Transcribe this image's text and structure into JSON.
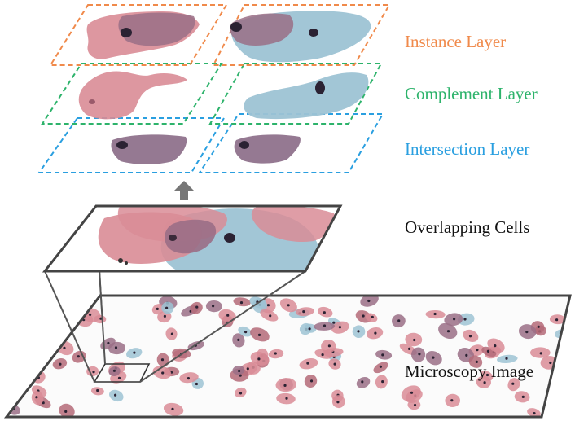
{
  "labels": {
    "instance": "Instance Layer",
    "complement": "Complement Layer",
    "intersection": "Intersection Layer",
    "overlapping": "Overlapping Cells",
    "microscopy": "Microscopy Image"
  },
  "colors": {
    "instance": "#f08a4b",
    "complement": "#2db36b",
    "intersection": "#2a9fe0",
    "text_dark": "#111111",
    "frame": "#444444",
    "arrow": "#777777",
    "cell_pink": "#d98c96",
    "cell_pink_dark": "#b46a78",
    "cell_blue": "#9dc3d4",
    "cell_purple": "#9a6e86",
    "nucleus": "#2b2233"
  }
}
